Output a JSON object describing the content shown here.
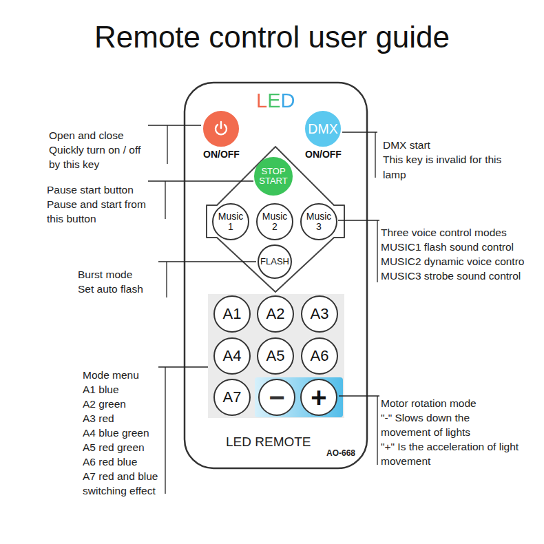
{
  "diagram": {
    "title": "Remote control user guide",
    "nodes": [
      {
        "text": [
          "LED",
          "LED REMOTE",
          "AO-668"
        ]
      },
      {
        "text": [
          "ON/OFF"
        ],
        "in": 0
      },
      {
        "text": [
          "DMX",
          "ON/OFF"
        ],
        "in": 0
      },
      {
        "text": [
          "STOP START"
        ],
        "in": 0
      },
      {
        "text": [
          "Music 1"
        ],
        "in": 0
      },
      {
        "text": [
          "Music 2"
        ],
        "in": 0
      },
      {
        "text": [
          "Music 3"
        ],
        "in": 0
      },
      {
        "text": [
          "FLASH"
        ],
        "in": 0
      },
      {
        "text": [
          "A1"
        ],
        "in": 0
      },
      {
        "text": [
          "A2"
        ],
        "in": 0
      },
      {
        "text": [
          "A3"
        ],
        "in": 0
      },
      {
        "text": [
          "A4"
        ],
        "in": 0
      },
      {
        "text": [
          "A5"
        ],
        "in": 0
      },
      {
        "text": [
          "A6"
        ],
        "in": 0
      },
      {
        "text": [
          "A7"
        ],
        "in": 0
      },
      {
        "text": [
          "−"
        ],
        "in": 0
      },
      {
        "text": [
          "+"
        ],
        "in": 0
      }
    ],
    "labels": [
      "Open and close",
      "Quickly turn on / off",
      "by this key",
      "Pause start button",
      "Pause and start from",
      "this button",
      "Burst mode",
      "Set auto flash",
      "Mode menu",
      "A1 blue",
      "A2 green",
      "A3 red",
      "A4 blue green",
      "A5 red green",
      "A6 red blue",
      "A7 red and blue",
      "switching effect",
      "DMX start",
      "This key is invalid for this",
      "lamp",
      "Three voice control modes",
      "MUSIC1 flash sound control",
      "MUSIC2 dynamic voice contro",
      "MUSIC3 strobe sound control",
      "Motor rotation mode",
      "\"-\" Slows down the",
      "movement of lights",
      "\"+\" Is the acceleration of light",
      "movement"
    ]
  }
}
